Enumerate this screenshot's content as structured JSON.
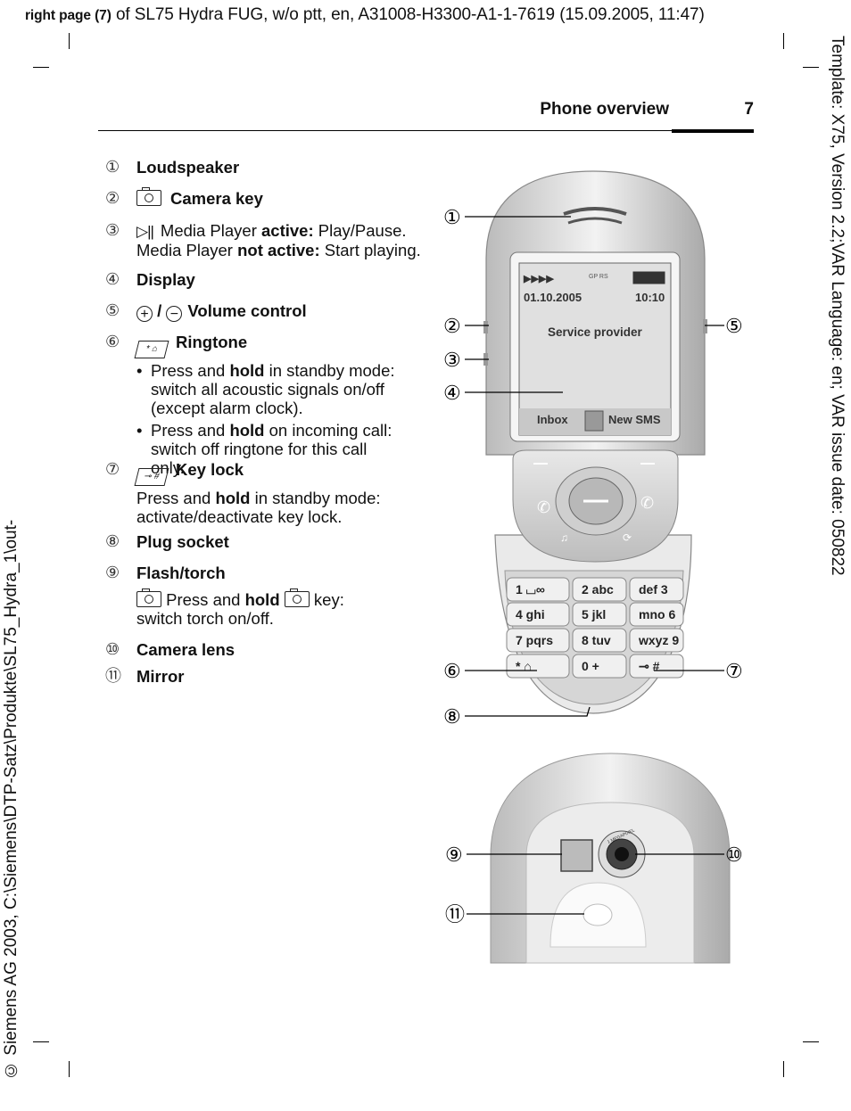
{
  "header": {
    "prefix": "right page (7)",
    "rest": " of SL75 Hydra FUG, w/o ptt, en, A31008-H3300-A1-1-7619 (15.09.2005, 11:47)"
  },
  "side_right": "Template: X75, Version 2.2;VAR Language: en; VAR issue date: 050822",
  "side_left": "© Siemens AG 2003, C:\\Siemens\\DTP-Satz\\Produkte\\SL75_Hydra_1\\out-",
  "page": {
    "section": "Phone overview",
    "number": "7"
  },
  "items": [
    {
      "num": "①",
      "label": "Loudspeaker"
    },
    {
      "num": "②",
      "label": "Camera key"
    },
    {
      "num": "③",
      "icon": "▷||",
      "line1_a": "Media Player ",
      "line1_b": "active:",
      "line1_c": " Play/Pause.",
      "line2_a": "Media Player ",
      "line2_b": "not active:",
      "line2_c": " Start playing."
    },
    {
      "num": "④",
      "label": "Display"
    },
    {
      "num": "⑤",
      "sep": " / ",
      "label": "Volume control"
    },
    {
      "num": "⑥",
      "label": "Ringtone",
      "b1_a": "Press and ",
      "b1_b": "hold",
      "b1_c": " in standby mode: switch all acoustic signals on/off (except alarm clock).",
      "b2_a": "Press and ",
      "b2_b": "hold",
      "b2_c": " on incoming call: switch off ringtone for this call only."
    },
    {
      "num": "⑦",
      "label": "Key lock",
      "d_a": "Press and ",
      "d_b": "hold",
      "d_c": " in standby mode: activate/deactivate key lock."
    },
    {
      "num": "⑧",
      "label": "Plug socket"
    },
    {
      "num": "⑨",
      "label": "Flash/torch",
      "d_a": " Press and ",
      "d_b": "hold",
      "d_c": " key:",
      "d_d": "switch torch on/off."
    },
    {
      "num": "⑩",
      "label": "Camera lens"
    },
    {
      "num": "⑪",
      "label": "Mirror"
    }
  ],
  "screen": {
    "date": "01.10.2005",
    "time": "10:10",
    "gprs": "GP RS",
    "provider": "Service provider",
    "left_soft": "Inbox",
    "right_soft": "New SMS"
  },
  "keys": [
    "1 ⌴∞",
    "2 abc",
    "def 3",
    "4 ghi",
    "5 jkl",
    "mno 6",
    "7 pqrs",
    "8 tuv",
    "wxyz 9",
    "* ⌂",
    "0 +",
    "⊸ #"
  ],
  "callouts": [
    "①",
    "②",
    "③",
    "④",
    "⑤",
    "⑥",
    "⑦",
    "⑧",
    "⑨",
    "⑩",
    "⑪"
  ],
  "lens_text": "1 MEGAPIXEL"
}
